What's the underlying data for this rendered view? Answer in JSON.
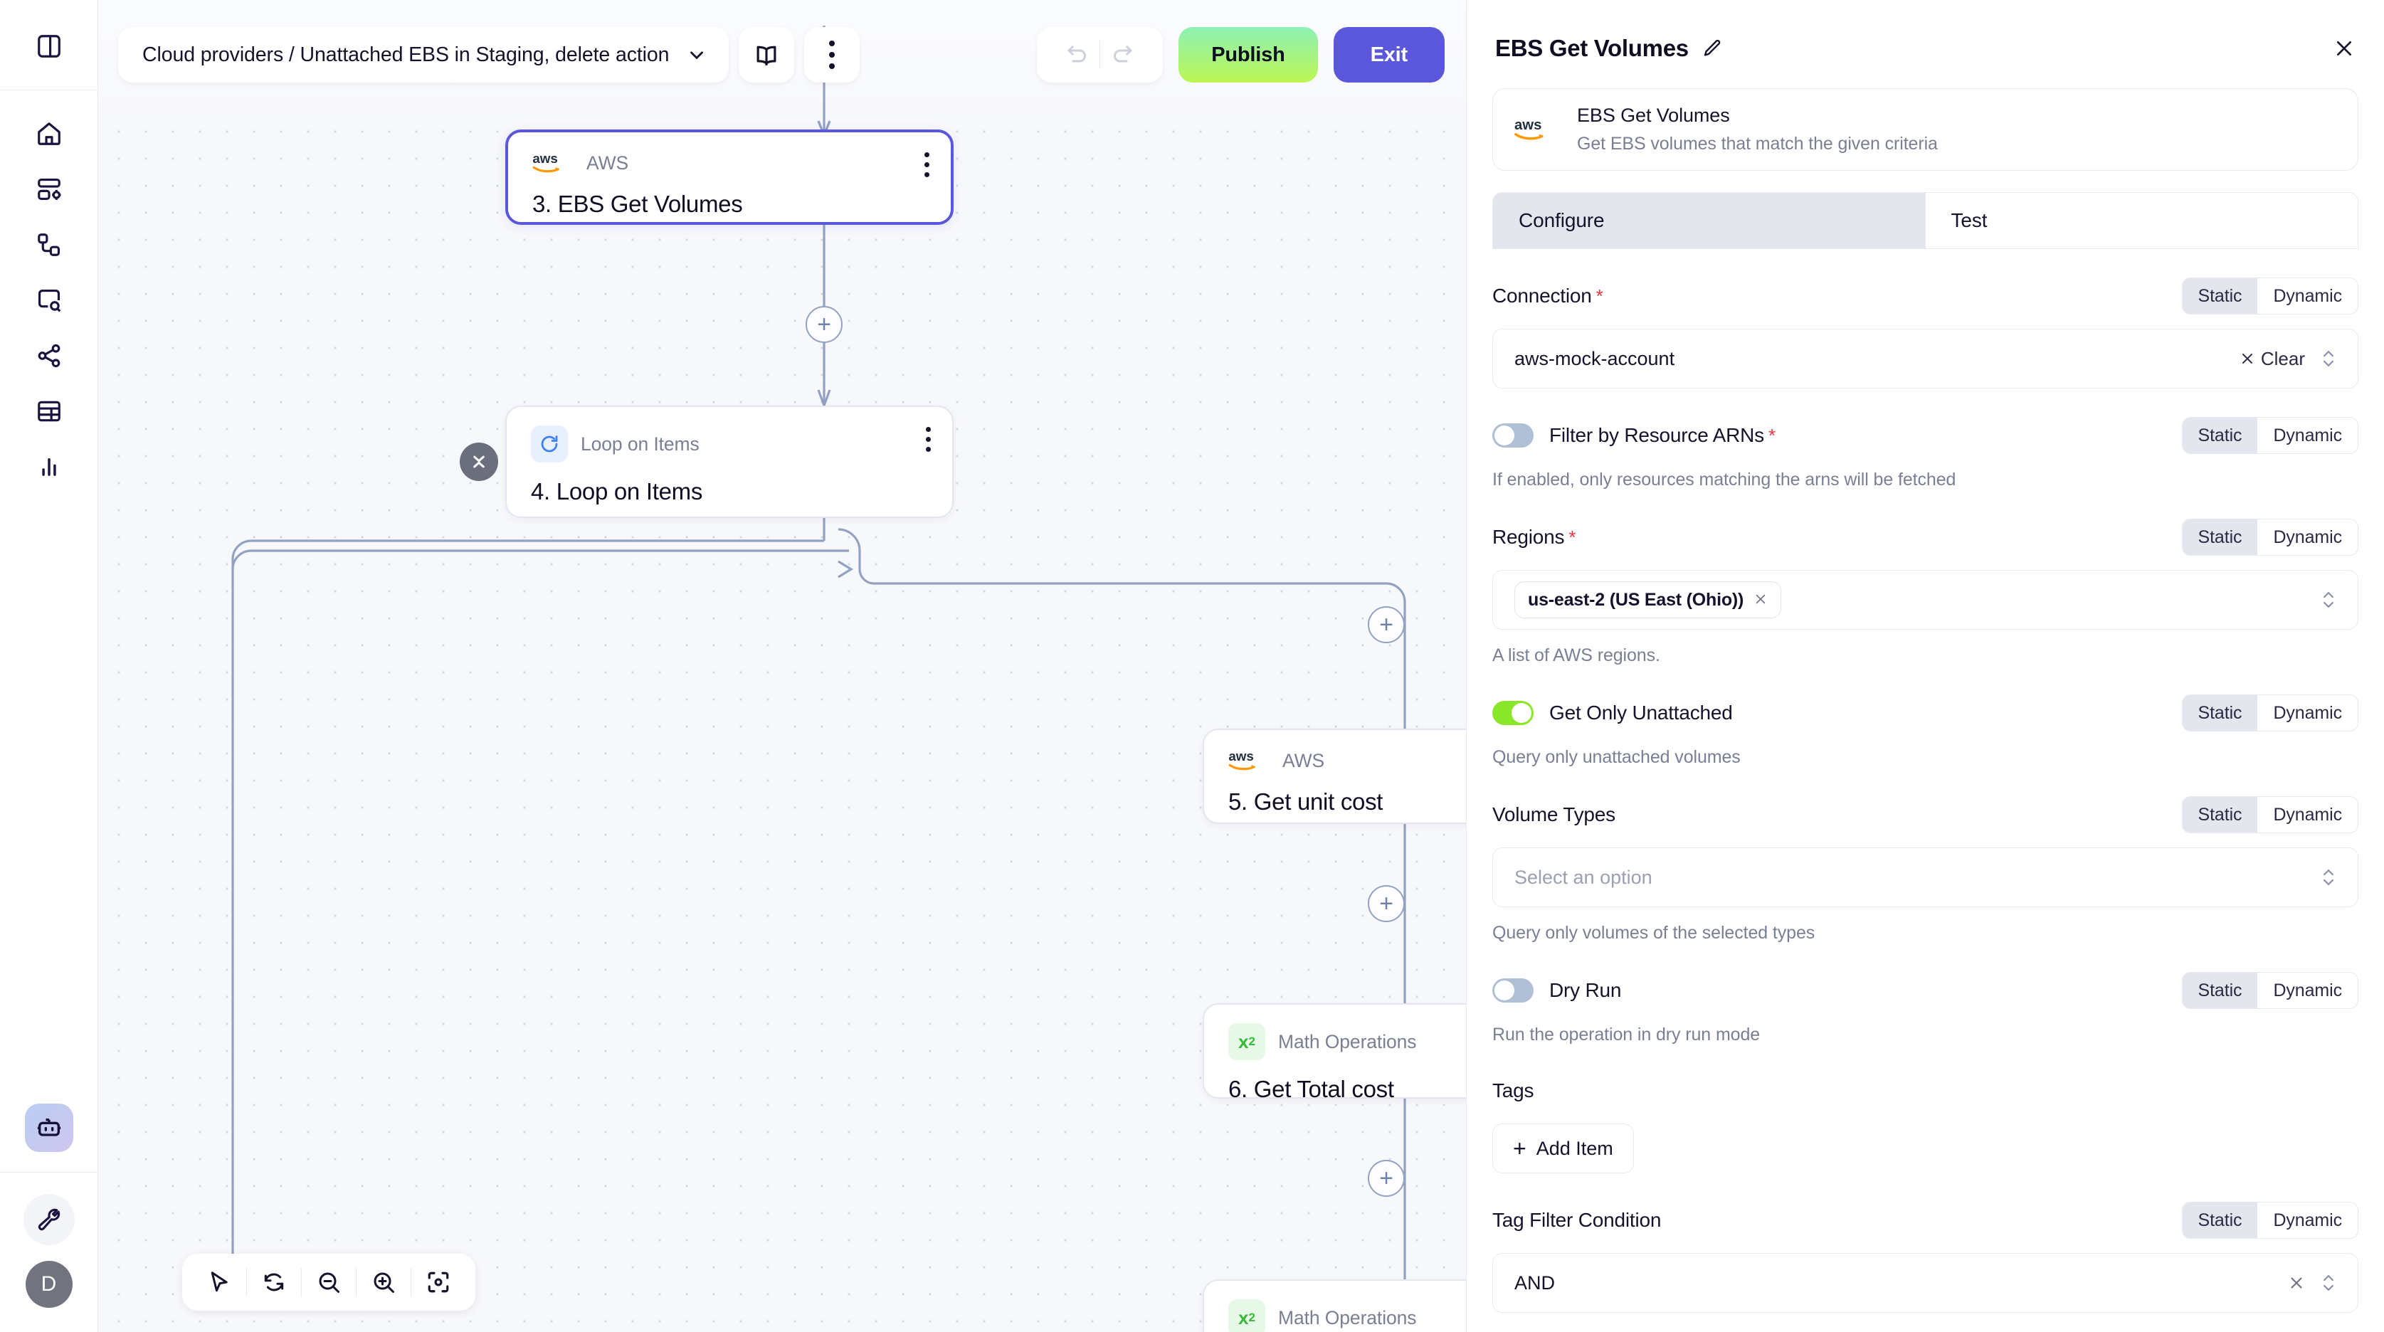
{
  "app": {
    "breadcrumb": "Cloud providers / Unattached EBS in Staging, delete action",
    "avatar_initial": "D",
    "accent_purple": "#5b57da",
    "accent_green": "#8ae628"
  },
  "toolbar": {
    "dropdown_icon": "chevron-down-icon",
    "docs_icon": "book-icon",
    "more_icon": "kebab-menu-icon",
    "undo_icon": "undo-icon",
    "redo_icon": "redo-icon",
    "publish_label": "Publish",
    "exit_label": "Exit"
  },
  "rail": {
    "items": [
      {
        "name": "panel-toggle",
        "icon": "sidebar-toggle-icon"
      },
      {
        "name": "home",
        "icon": "home-icon"
      },
      {
        "name": "dashboards",
        "icon": "layout-settings-icon"
      },
      {
        "name": "workflows",
        "icon": "nodes-icon"
      },
      {
        "name": "explore",
        "icon": "search-box-icon"
      },
      {
        "name": "integrations",
        "icon": "share-icon"
      },
      {
        "name": "tables",
        "icon": "table-icon"
      },
      {
        "name": "analytics",
        "icon": "bar-chart-icon"
      }
    ],
    "assistant_icon": "robot-icon",
    "settings_icon": "wrench-icon"
  },
  "canvas": {
    "toolbar": [
      {
        "name": "select-tool",
        "icon": "cursor-icon"
      },
      {
        "name": "reset-tool",
        "icon": "refresh-icon"
      },
      {
        "name": "zoom-out",
        "icon": "zoom-out-icon"
      },
      {
        "name": "zoom-in",
        "icon": "zoom-in-icon"
      },
      {
        "name": "fit-view",
        "icon": "focus-icon"
      }
    ],
    "nodes": [
      {
        "kind": "AWS",
        "title": "3. EBS Get Volumes",
        "icon": "aws-icon",
        "selected": true
      },
      {
        "kind": "Loop on Items",
        "title": "4. Loop on Items",
        "icon": "loop-icon",
        "selected": false
      },
      {
        "kind": "AWS",
        "title": "5. Get unit cost",
        "icon": "aws-icon",
        "selected": false
      },
      {
        "kind": "Math Operations",
        "title": "6. Get Total cost",
        "icon": "math-icon",
        "selected": false
      },
      {
        "kind": "Math Operations",
        "title": "",
        "icon": "math-icon",
        "selected": false
      }
    ],
    "add_icon": "plus-icon",
    "collapse_icon": "collapse-icon"
  },
  "panel": {
    "title": "EBS Get Volumes",
    "edit_icon": "pencil-icon",
    "close_icon": "close-icon",
    "operation": {
      "provider_icon": "aws-icon",
      "name": "EBS Get Volumes",
      "description": "Get EBS volumes that match the given criteria"
    },
    "tabs": [
      {
        "label": "Configure",
        "active": true
      },
      {
        "label": "Test",
        "active": false
      }
    ],
    "static_label": "Static",
    "dynamic_label": "Dynamic",
    "fields": {
      "connection": {
        "label": "Connection",
        "required": true,
        "mode": "Static",
        "value": "aws-mock-account",
        "clear_label": "Clear"
      },
      "filter_arns": {
        "label": "Filter by Resource ARNs",
        "required": true,
        "mode": "Static",
        "enabled": false,
        "hint": "If enabled, only resources matching the arns will be fetched"
      },
      "regions": {
        "label": "Regions",
        "required": true,
        "mode": "Static",
        "chips": [
          "us-east-2 (US East (Ohio))"
        ],
        "hint": "A list of AWS regions."
      },
      "get_only_unattached": {
        "label": "Get Only Unattached",
        "required": false,
        "mode": "Static",
        "enabled": true,
        "hint": "Query only unattached volumes"
      },
      "volume_types": {
        "label": "Volume Types",
        "required": false,
        "mode": "Static",
        "placeholder": "Select an option",
        "hint": "Query only volumes of the selected types"
      },
      "dry_run": {
        "label": "Dry Run",
        "required": false,
        "mode": "Static",
        "enabled": false,
        "hint": "Run the operation in dry run mode"
      },
      "tags": {
        "label": "Tags",
        "add_label": "Add Item"
      },
      "tag_filter_condition": {
        "label": "Tag Filter Condition",
        "required": false,
        "mode": "Static",
        "value": "AND"
      }
    }
  }
}
